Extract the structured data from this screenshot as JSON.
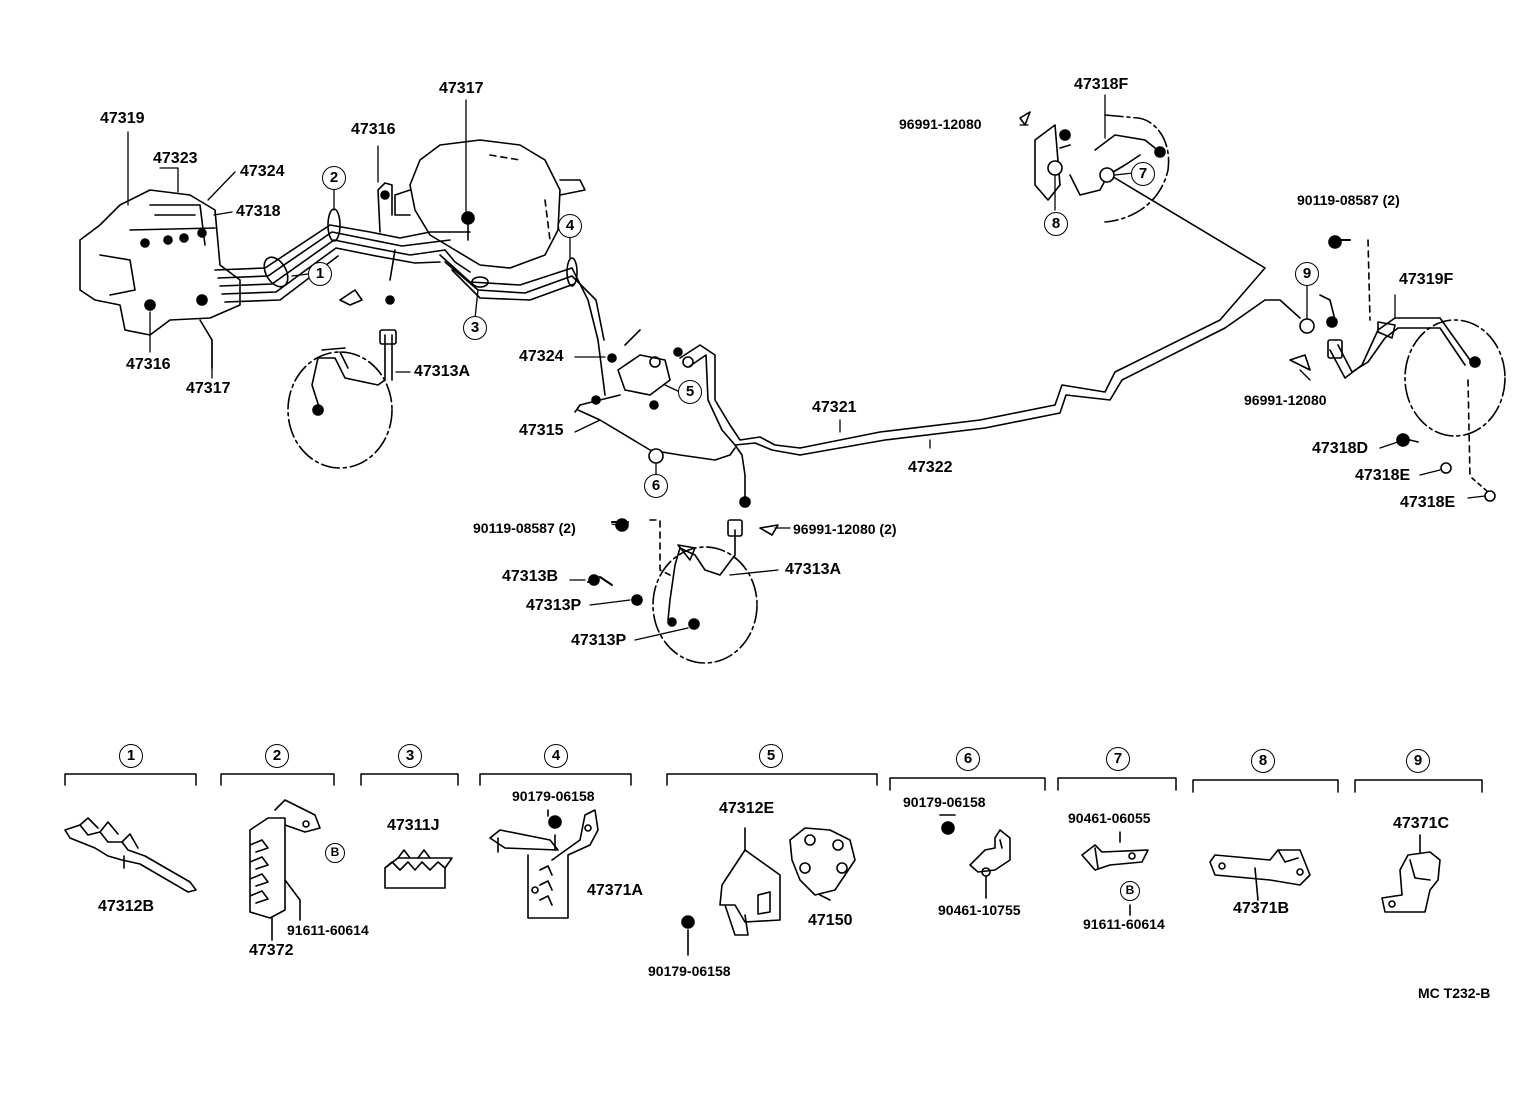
{
  "labels": {
    "p47319": "47319",
    "p47323": "47323",
    "p47324_top": "47324",
    "p47318": "47318",
    "p47316_top": "47316",
    "p47317_top": "47317",
    "p47316_bot": "47316",
    "p47317_bot": "47317",
    "p47313A_left": "47313A",
    "p47324_mid": "47324",
    "p47315": "47315",
    "p47321": "47321",
    "p47322": "47322",
    "p90119_mid": "90119-08587 (2)",
    "p96991_mid": "96991-12080 (2)",
    "p47313B": "47313B",
    "p47313A_mid": "47313A",
    "p47313P_a": "47313P",
    "p47313P_b": "47313P",
    "p96991_topright": "96991-12080",
    "p47318F": "47318F",
    "p90119_right": "90119-08587 (2)",
    "p47319F": "47319F",
    "p96991_right": "96991-12080",
    "p47318D": "47318D",
    "p47318E_a": "47318E",
    "p47318E_b": "47318E",
    "d47312B": "47312B",
    "d47372": "47372",
    "d91611_a": "91611-60614",
    "d47311J": "47311J",
    "d90179_a": "90179-06158",
    "d47371A": "47371A",
    "d47312E": "47312E",
    "d47150": "47150",
    "d90179_b": "90179-06158",
    "d90179_c": "90179-06158",
    "d90461_10755": "90461-10755",
    "d90461_06055": "90461-06055",
    "d91611_b": "91611-60614",
    "d47371B": "47371B",
    "d47371C": "47371C",
    "bolt_mark": "B",
    "ref": "MC  T232-B"
  },
  "callouts": {
    "c1": "1",
    "c2": "2",
    "c3": "3",
    "c4": "4",
    "c5": "5",
    "c6": "6",
    "c7": "7",
    "c8": "8",
    "c9": "9"
  },
  "detail_headers": [
    "1",
    "2",
    "3",
    "4",
    "5",
    "6",
    "7",
    "8",
    "9"
  ]
}
